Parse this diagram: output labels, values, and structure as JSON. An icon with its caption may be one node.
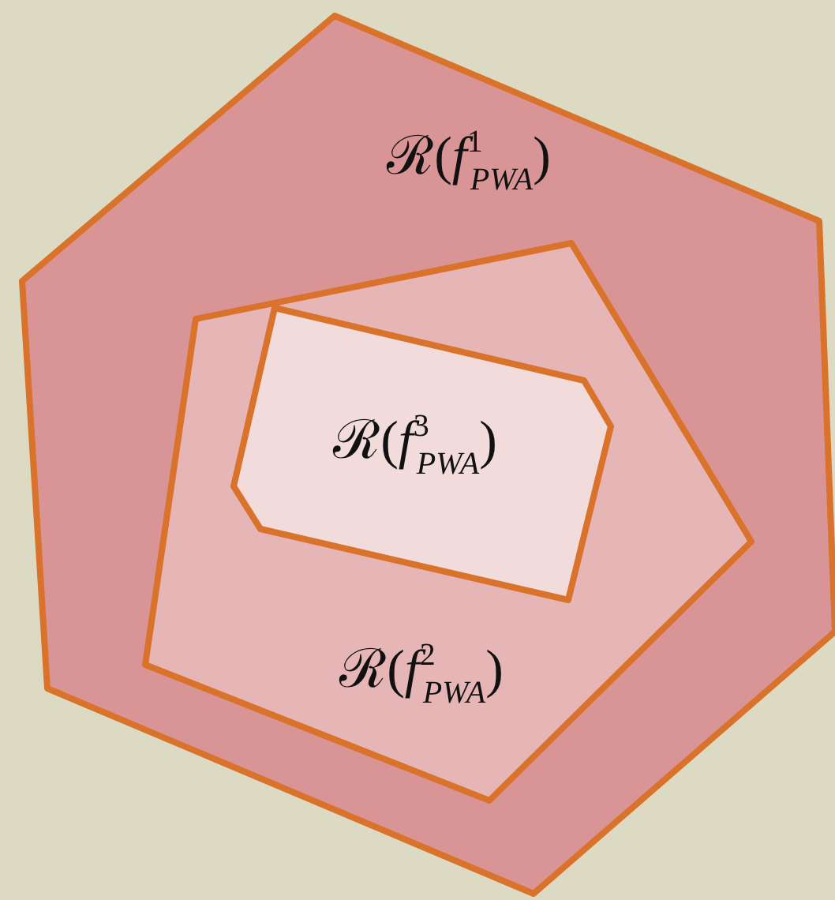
{
  "diagram": {
    "nodes": [
      {
        "text": [
          "ℛ(*f*$^{1}$$_{PWA}$)"
        ]
      },
      {
        "text": [
          "ℛ(*f*$^{2}$$_{PWA}$)"
        ],
        "in": 0
      },
      {
        "text": [
          "ℛ(*f*$^{3}$$_{PWA}$)"
        ],
        "in": 1
      }
    ]
  }
}
